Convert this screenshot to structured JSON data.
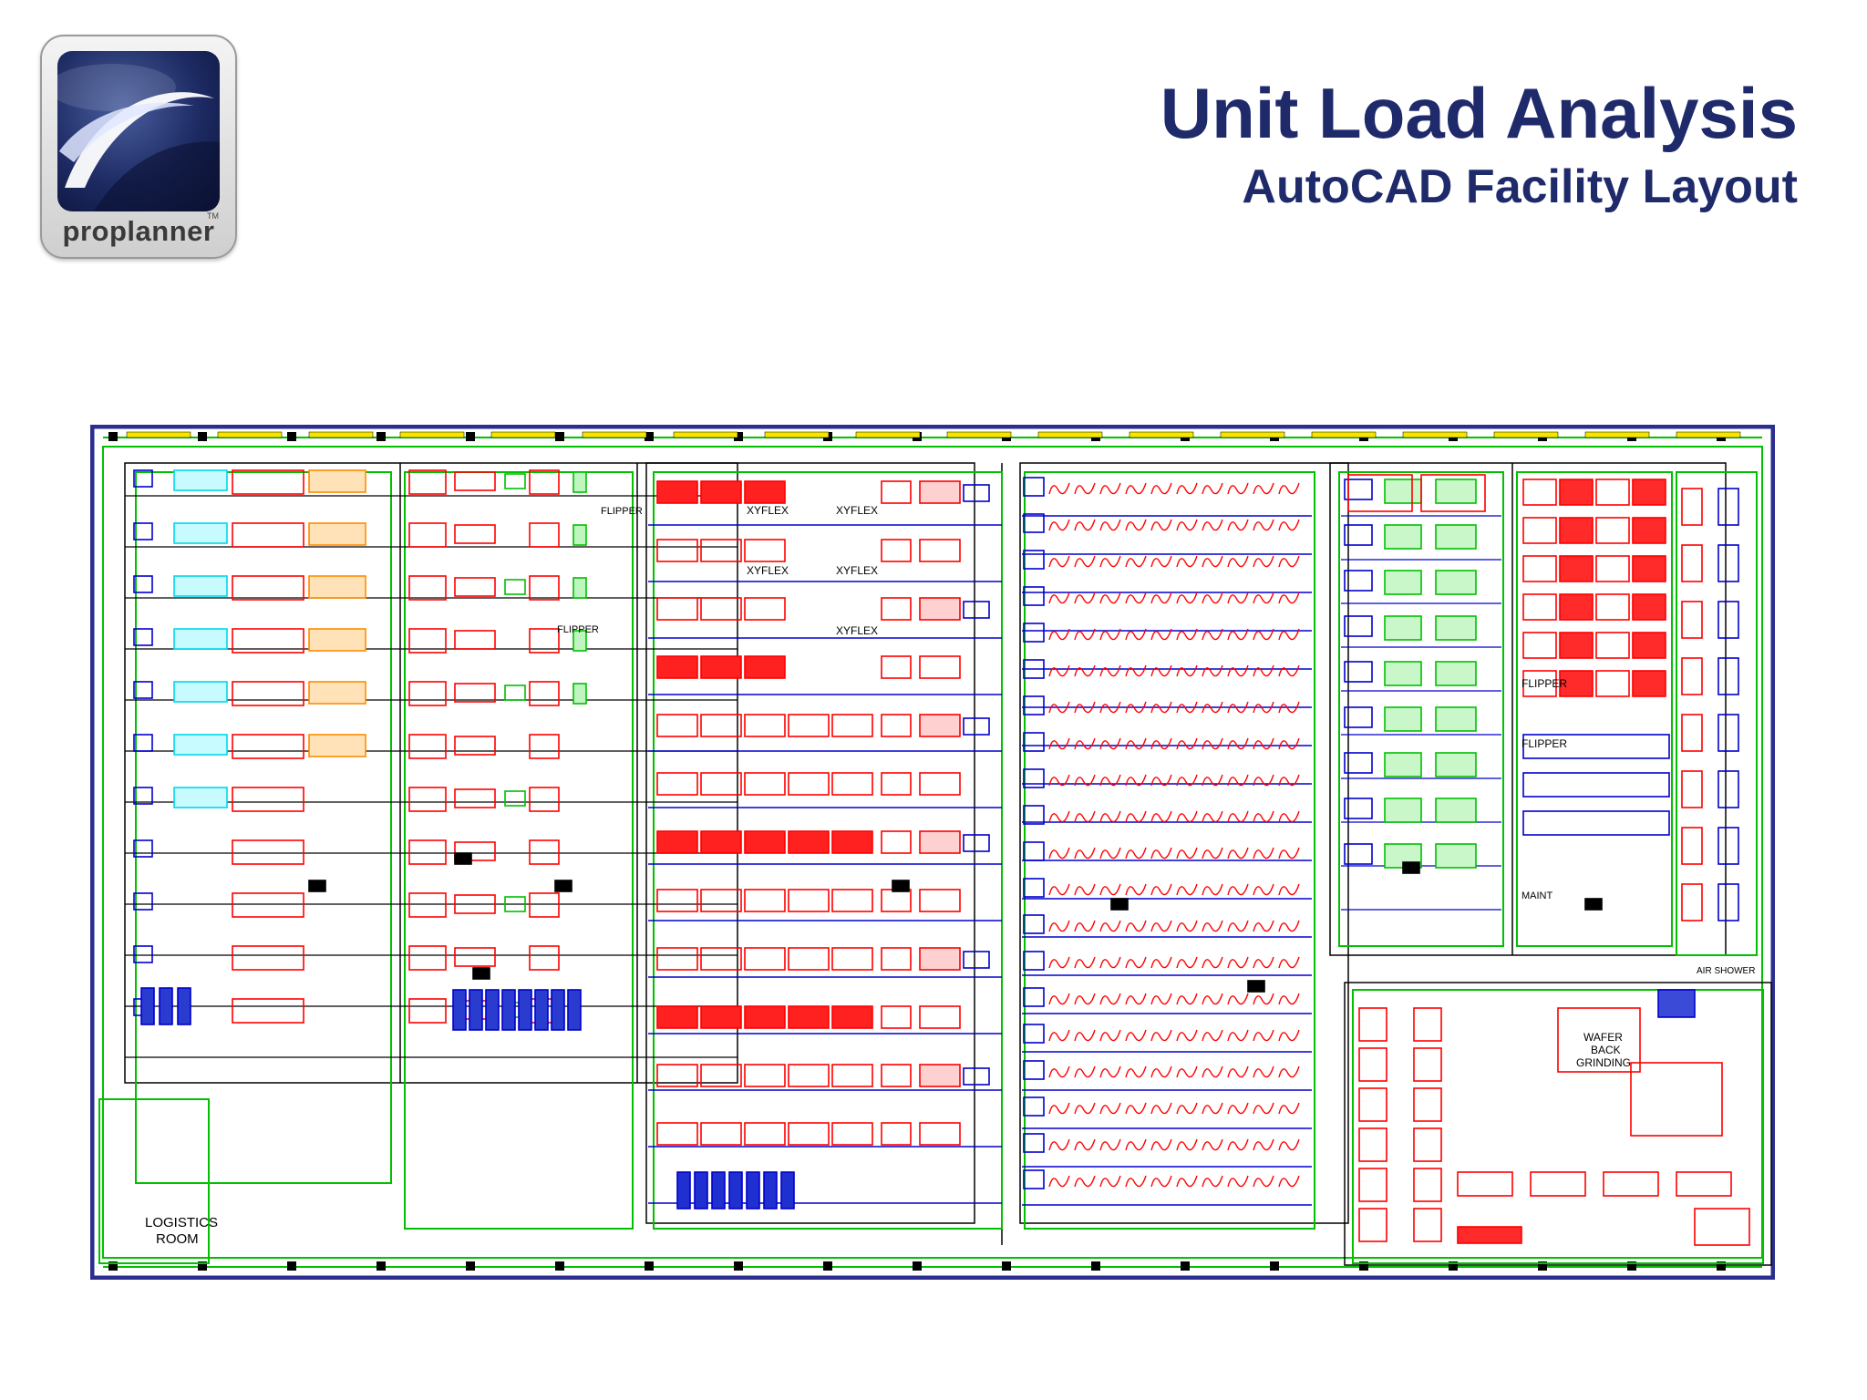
{
  "brand": {
    "name": "proplanner",
    "tm": "TM"
  },
  "header": {
    "title": "Unit Load Analysis",
    "subtitle": "AutoCAD Facility Layout"
  },
  "layout_labels": {
    "logistics_room": [
      "LOGISTICS",
      "ROOM"
    ],
    "flipper": "FLIPPER",
    "xyflex": "XYFLEX",
    "wafer_back_grinding": [
      "WAFER",
      "BACK",
      "GRINDING"
    ],
    "air_shower": "AIR SHOWER",
    "maint": "MAINT"
  },
  "colors": {
    "title": "#1f2a6b",
    "frame": "#2b2e8f",
    "green": "#00c000",
    "red": "#ff0000",
    "blue": "#0000cc",
    "cyan": "#00d8e8",
    "orange": "#ff8c00",
    "yellow": "#f5e600"
  }
}
